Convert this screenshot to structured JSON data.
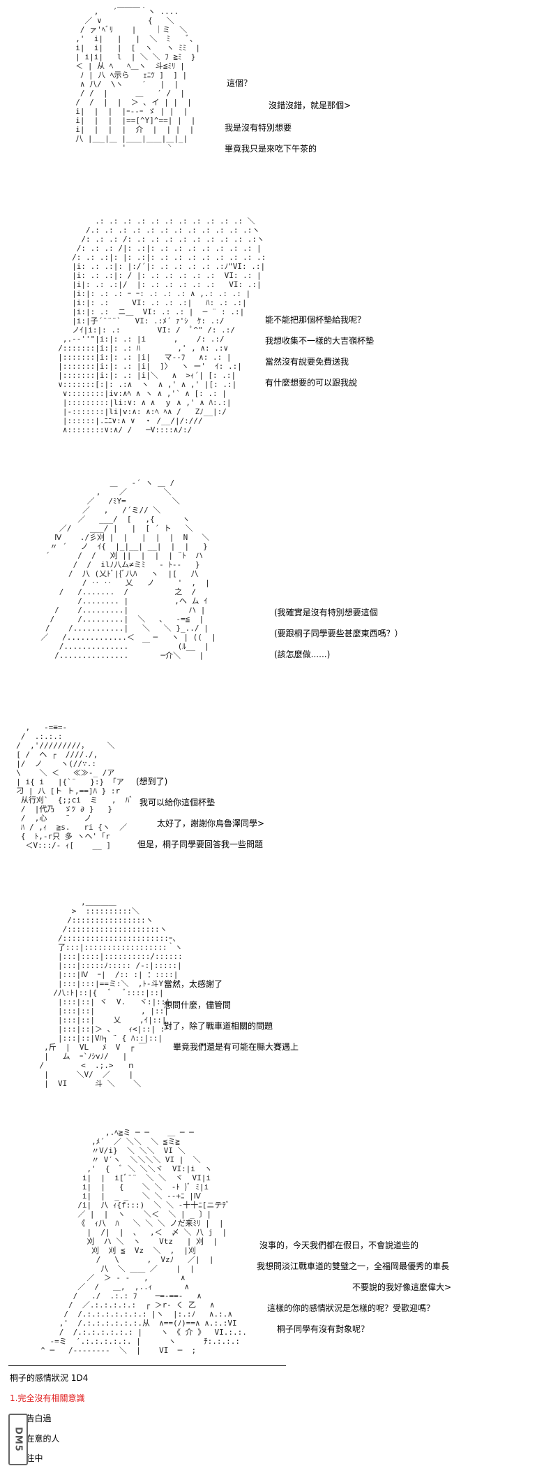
{
  "panels": [
    {
      "lines": [
        "這個？",
        "沒錯沒錯，就是那個>",
        "我是沒有特別想要",
        "畢竟我只是來吃下午茶的"
      ]
    },
    {
      "lines": [
        "能不能把那個杯墊給我呢？",
        "我想收集不一樣的大吉嶺杯墊",
        "當然沒有說要免費送我",
        "有什麼想要的可以跟我說"
      ]
    },
    {
      "lines": [
        "(我確實是沒有特別想要這個",
        "(要跟桐子同學要些甚麼東西嗎？）",
        "(該怎麼做......)"
      ]
    },
    {
      "lines": [
        "(想到了)",
        "我可以給你這個杯墊",
        "太好了，謝謝你烏魯澤同學>",
        "但是，桐子同學要回答我一些問題"
      ]
    },
    {
      "lines": [
        "當然，太感謝了",
        "想問什麼，儘管問",
        "對了，除了戰車道相關的問題",
        "畢竟我們還是有可能在縣大賽遇上"
      ]
    },
    {
      "lines": [
        "沒事的，今天我們都在假日，不會說道些的",
        "我想問淡江戰車道的雙璧之一，全福岡最優秀的車長",
        "不要說的我好像這麼偉大>",
        "這樣的你的感情狀況是怎樣的呢？受歡迎嗎？",
        "桐子同學有沒有對象呢？"
      ]
    }
  ],
  "roll": {
    "title": "桐子的感情狀況 1D4",
    "options": [
      "1.完全沒有相關意識",
      "2.被告白過",
      "3.有在意的人",
      "4.交往中"
    ],
    "highlight_color": "#e02020"
  },
  "watermark": {
    "text": "DM5"
  }
}
